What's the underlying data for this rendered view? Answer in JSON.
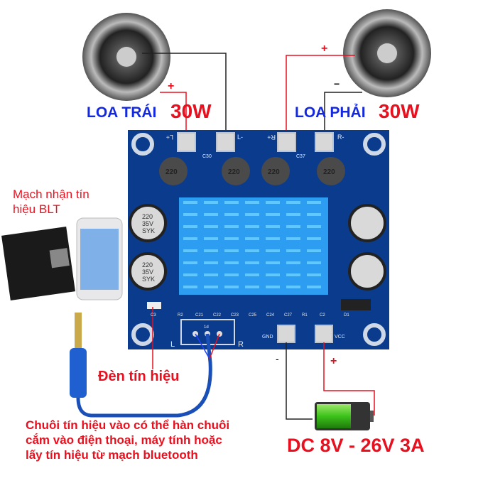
{
  "speakers": {
    "left": {
      "name": "LOA TRÁI",
      "power": "30W",
      "plus": "+"
    },
    "right": {
      "name": "LOA PHẢI",
      "power": "30W",
      "plus": "+",
      "minus": "−"
    }
  },
  "board": {
    "pads_top": [
      "L+",
      "L-",
      "R+",
      "R-"
    ],
    "top_caps": [
      "C30",
      "C37"
    ],
    "inductor_value": "220",
    "cap_lines": [
      "220",
      "35V",
      "SYK"
    ],
    "bottom_parts": [
      "R2",
      "C21",
      "C22",
      "C23",
      "C25",
      "C24",
      "C27",
      "R1",
      "C2",
      "D1"
    ],
    "led_label": "C3",
    "input_label": "1d",
    "input_l": "L",
    "input_r": "R",
    "gnd": "GND",
    "vcc": "VCC"
  },
  "bt_module": {
    "label": "Mạch nhận tín hiệu BLT"
  },
  "led_caption": "Đèn tín hiệu",
  "signal_note": [
    "Chuôi tín hiệu vào có thể hàn chuôi",
    "cắm vào điện thoại, máy tính hoặc",
    "lấy tín hiệu từ mạch bluetooth"
  ],
  "power": {
    "label": "DC 8V - 26V 3A",
    "minus": "-",
    "plus": "+"
  },
  "colors": {
    "board": "#0a3b8c",
    "heatsink": "#2d9df2",
    "label_blue": "#1428e0",
    "label_red": "#e8101e"
  }
}
